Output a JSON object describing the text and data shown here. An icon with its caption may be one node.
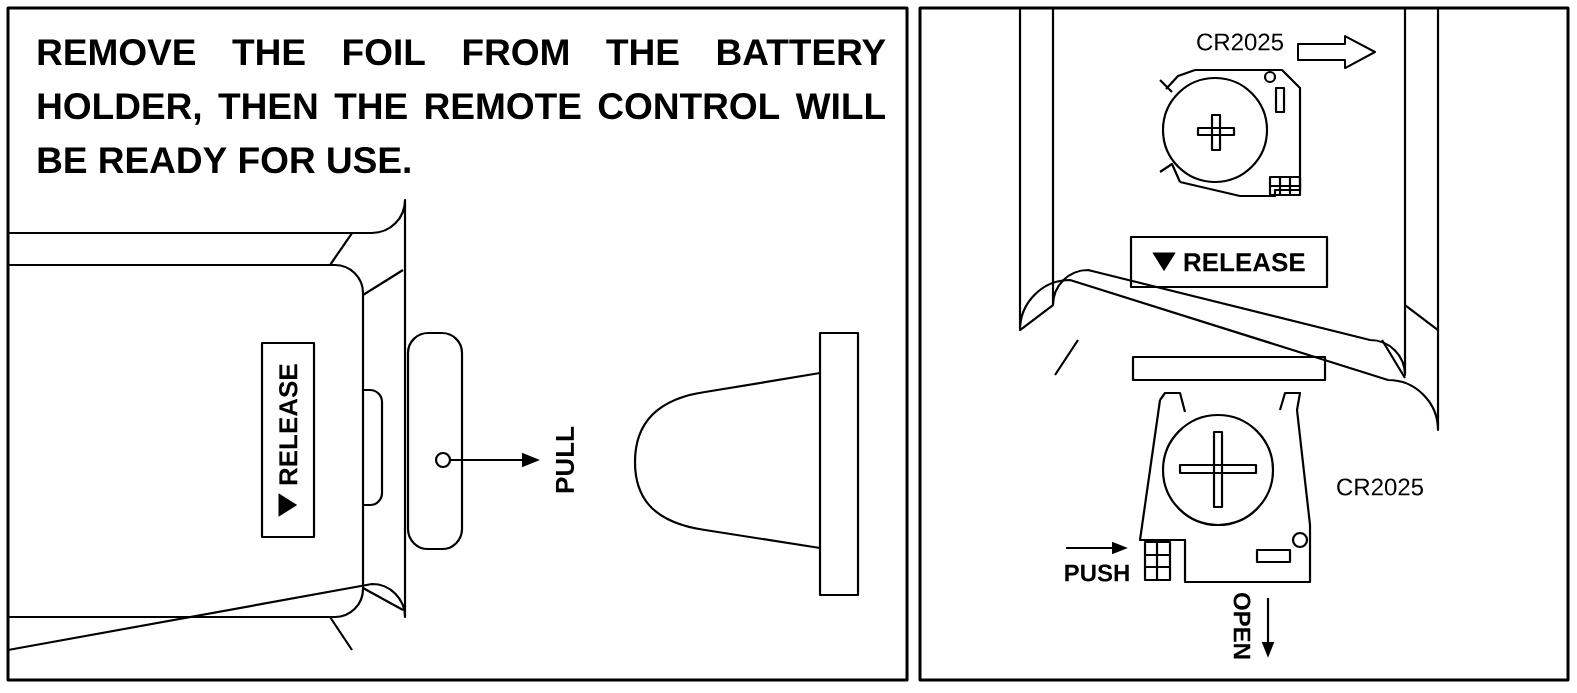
{
  "diagram": {
    "title": "REMOVE THE FOIL FROM THE BATTERY HOLDER, THEN THE REMOTE CONTROL WILL BE READY FOR USE.",
    "nodes": [
      {
        "text": [
          "RELEASE"
        ]
      },
      {
        "text": [
          "RELEASE"
        ]
      }
    ],
    "labels": [
      "PULL",
      "CR2025",
      "CR2025",
      "PUSH",
      "OPEN"
    ]
  }
}
